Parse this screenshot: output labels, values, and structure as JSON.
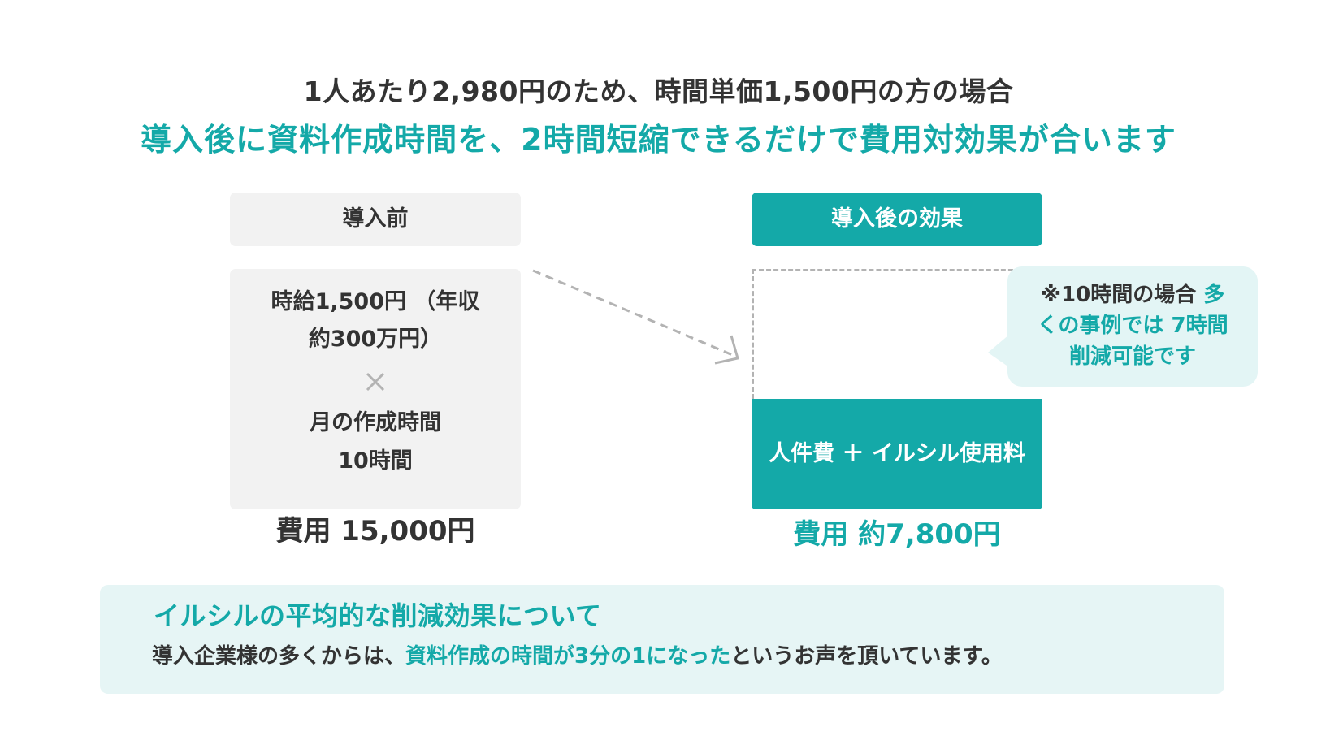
{
  "headline": {
    "line1": "1人あたり2,980円のため、時間単価1,500円の方の場合",
    "line2": "導入後に資料作成時間を、2時間短縮できるだけで費用対効果が合います"
  },
  "before": {
    "header": "導入前",
    "line1": "時給1,500円 （年収",
    "line2": "約300万円）",
    "operator_icon": "times-icon",
    "line3": "月の作成時間",
    "line4": "10時間",
    "cost": "費用 15,000円"
  },
  "after": {
    "header": "導入後の効果",
    "card_label": "人件費 ＋ イルシル使用料",
    "cost": "費用 約7,800円"
  },
  "bubble": {
    "line1_dark": "※10時間の場合 ",
    "line1_teal": "多",
    "line2": "くの事例では 7時間",
    "line3": "削減可能です"
  },
  "info": {
    "title": "イルシルの平均的な削減効果について",
    "text_before": "導入企業様の多くからは、",
    "text_highlight": "資料作成の時間が3分の1になった",
    "text_after": "というお声を頂いています。"
  },
  "colors": {
    "accent": "#14a9a8",
    "text": "#333333",
    "panel_gray": "#f2f2f2",
    "panel_light_teal": "#e6f5f5"
  }
}
